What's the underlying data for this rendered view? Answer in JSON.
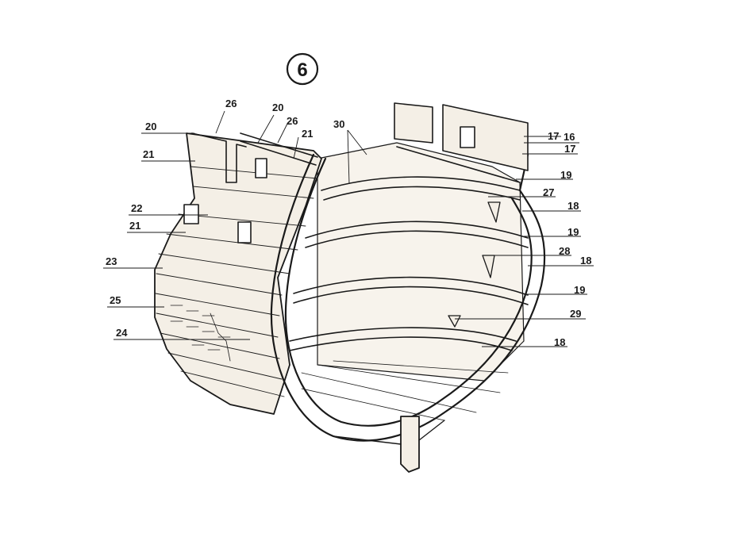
{
  "step_number": "6",
  "callouts": [
    {
      "label": "26"
    },
    {
      "label": "20"
    },
    {
      "label": "20"
    },
    {
      "label": "26"
    },
    {
      "label": "21"
    },
    {
      "label": "21"
    },
    {
      "label": "30"
    },
    {
      "label": "22"
    },
    {
      "label": "21"
    },
    {
      "label": "23"
    },
    {
      "label": "25"
    },
    {
      "label": "24"
    },
    {
      "label": "17"
    },
    {
      "label": "16"
    },
    {
      "label": "17"
    },
    {
      "label": "19"
    },
    {
      "label": "27"
    },
    {
      "label": "18"
    },
    {
      "label": "19"
    },
    {
      "label": "28"
    },
    {
      "label": "18"
    },
    {
      "label": "19"
    },
    {
      "label": "29"
    },
    {
      "label": "18"
    }
  ],
  "colors": {
    "ink": "#1a1a1a",
    "paper": "#ffffff",
    "wood": "#f4efe6"
  }
}
